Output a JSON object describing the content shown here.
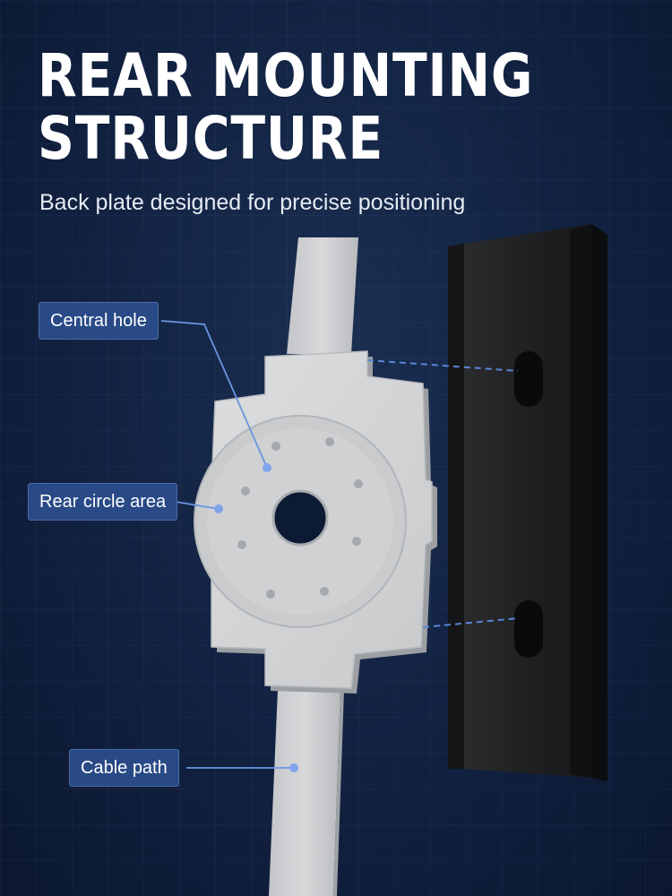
{
  "header": {
    "title_line1": "REAR MOUNTING",
    "title_line2": "STRUCTURE",
    "subtitle": "Back plate designed for precise positioning"
  },
  "callouts": {
    "central_hole": "Central hole",
    "rear_circle_area": "Rear circle area",
    "cable_path": "Cable path"
  },
  "colors": {
    "background": "#112140",
    "label_fill": "#294a86",
    "leader_line": "#6a95e0",
    "plate": "#d4d6d8",
    "bracket": "#1f2022"
  }
}
